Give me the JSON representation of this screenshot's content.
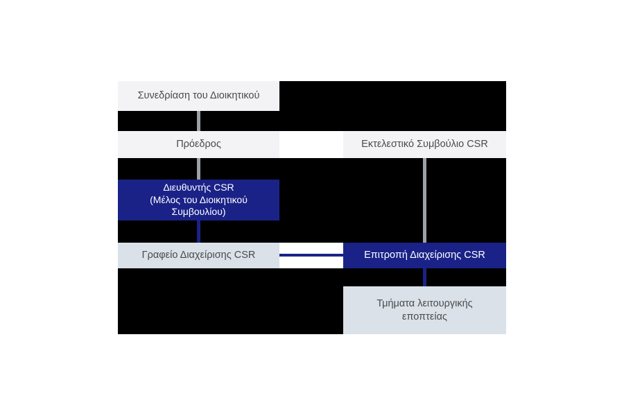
{
  "diagram": {
    "title": "CSR governance organisational chart",
    "background_color": "#ffffff",
    "panel_color": "#000000",
    "colors": {
      "navy": "#1a2288",
      "light_gray_box": "#f3f3f5",
      "blue_gray_box": "#dae1e9",
      "connector_gray": "#9ba1a6",
      "connector_navy": "#1a2288",
      "text_dark": "#4a4a4a",
      "text_light": "#ffffff"
    },
    "nodes": [
      {
        "id": "board-meeting",
        "label": "Συνεδρίαση του Διοικητικού",
        "style": "light"
      },
      {
        "id": "chairman",
        "label": "Πρόεδρος",
        "style": "light"
      },
      {
        "id": "csr-director",
        "label": "Διευθυντής CSR\n(Μέλος του Διοικητικού\nΣυμβουλίου)",
        "style": "navy"
      },
      {
        "id": "csr-management-office",
        "label": "Γραφείο Διαχείρισης CSR",
        "style": "blue-gray"
      },
      {
        "id": "csr-executive-council",
        "label": "Εκτελεστικό Συμβούλιο CSR",
        "style": "light"
      },
      {
        "id": "csr-management-committee",
        "label": "Επιτροπή Διαχείρισης CSR",
        "style": "navy"
      },
      {
        "id": "functional-supervision-departments",
        "label": "Τμήματα λειτουργικής\nεποπτείας",
        "style": "blue-gray"
      }
    ]
  }
}
